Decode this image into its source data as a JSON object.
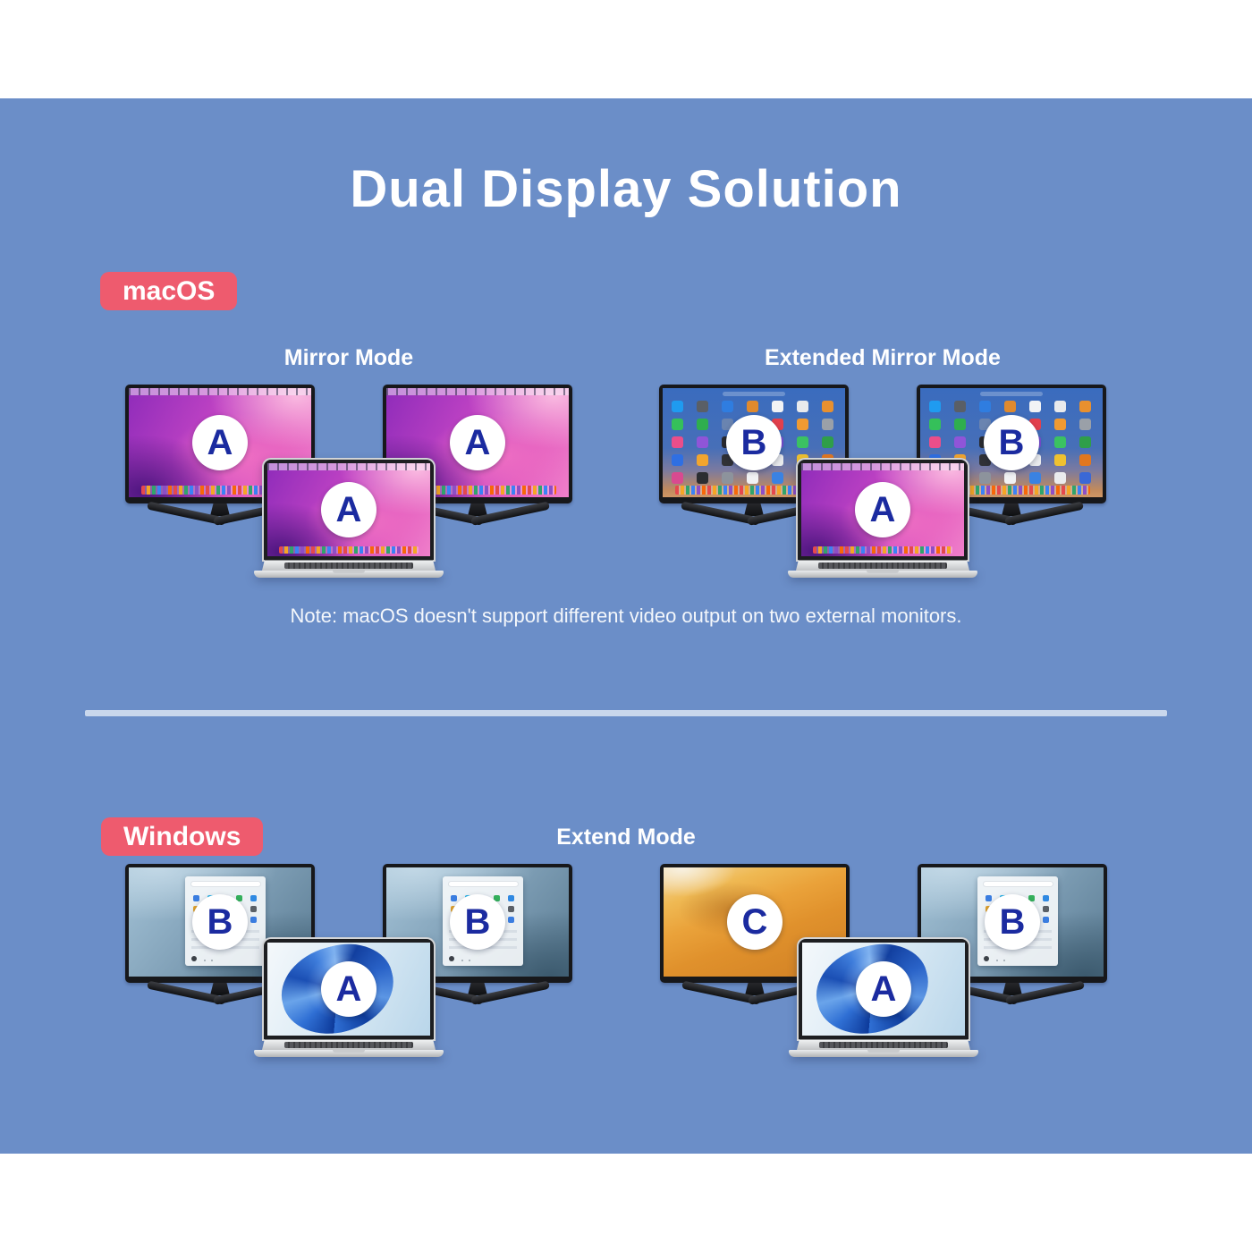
{
  "header": {
    "title": "Dual Display Solution"
  },
  "macos": {
    "badge_label": "macOS",
    "mirror": {
      "heading": "Mirror Mode",
      "monitor_left_letter": "A",
      "monitor_right_letter": "A",
      "laptop_letter": "A"
    },
    "extended": {
      "heading": "Extended Mirror Mode",
      "monitor_left_letter": "B",
      "monitor_right_letter": "B",
      "laptop_letter": "A"
    },
    "note": "Note: macOS doesn't support different video output on two external monitors."
  },
  "windows": {
    "badge_label": "Windows",
    "extend": {
      "heading": "Extend Mode",
      "group_left": {
        "monitor_left_letter": "B",
        "monitor_right_letter": "B",
        "laptop_letter": "A"
      },
      "group_right": {
        "monitor_left_letter": "C",
        "monitor_right_letter": "B",
        "laptop_letter": "A"
      }
    }
  },
  "wallpapers": {
    "macos_mirror_screens": "macos-monterey-wallpaper",
    "macos_extended_monitor_screens": "macos-launchpad-app-grid",
    "macos_extended_laptop_screen": "macos-monterey-wallpaper",
    "windows_monitor_screens": "windows-start-menu-desktop",
    "windows_laptop_screens": "windows-11-bloom-wallpaper",
    "windows_extra_monitor_screen": "orange-desert-dunes-wallpaper"
  },
  "colors": {
    "background_panel": "#6b8ec8",
    "page_margin": "#ffffff",
    "badge_background": "#ee5b6e",
    "heading_text": "#ffffff",
    "letter_text": "#1b2ba0",
    "divider": "#c9d7ec"
  }
}
